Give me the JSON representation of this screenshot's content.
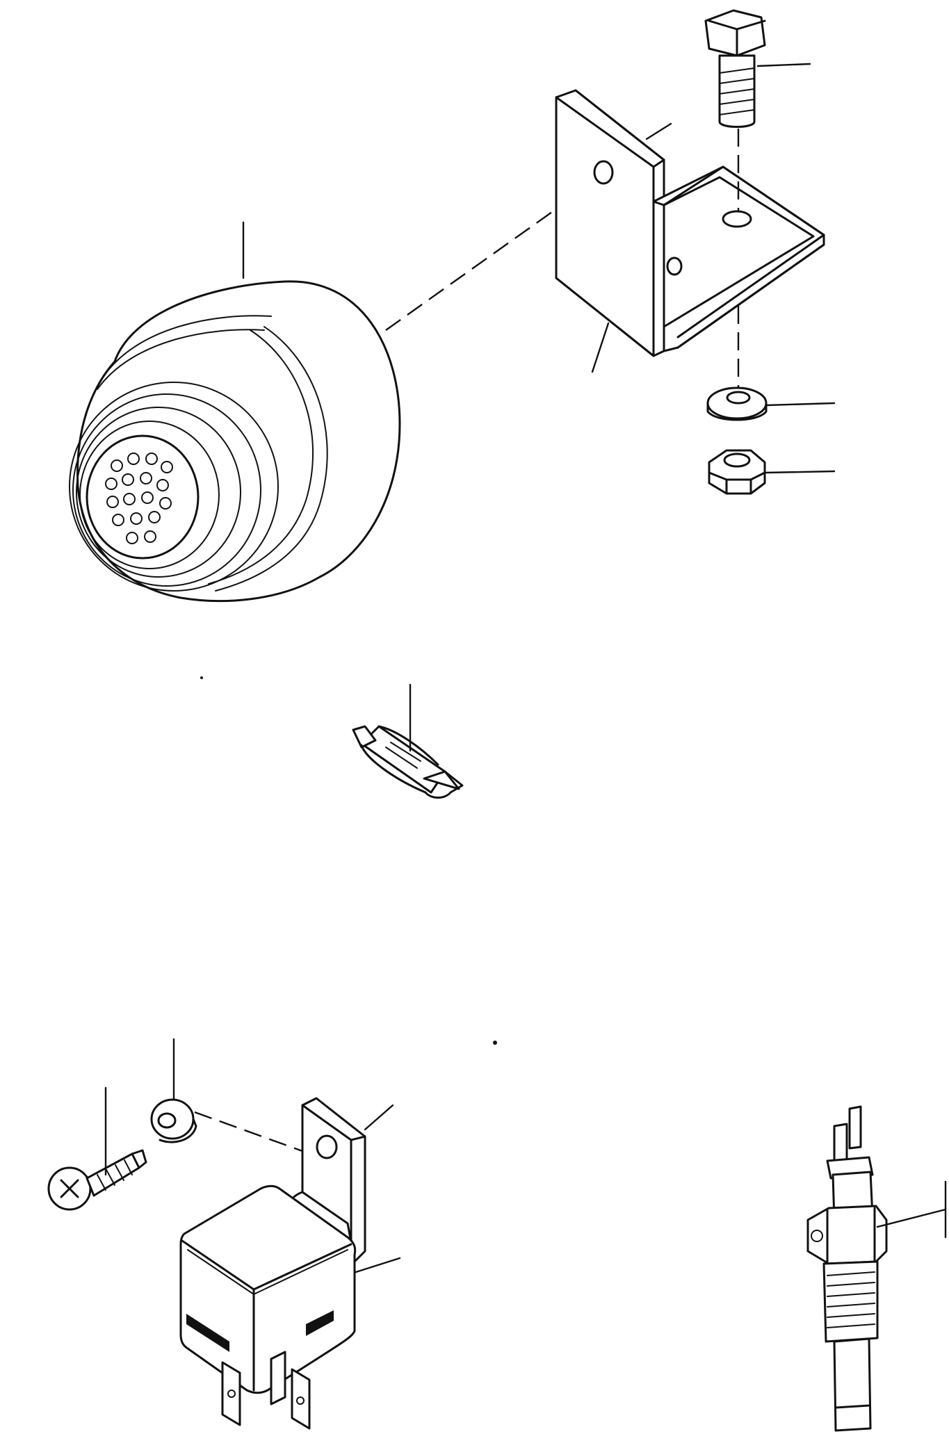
{
  "diagram": {
    "parts": [
      {
        "name": "horn"
      },
      {
        "name": "mounting-bracket"
      },
      {
        "name": "hex-bolt"
      },
      {
        "name": "spring-washer"
      },
      {
        "name": "hex-nut"
      },
      {
        "name": "bulb"
      },
      {
        "name": "screw"
      },
      {
        "name": "washer"
      },
      {
        "name": "relay-bracket"
      },
      {
        "name": "relay"
      },
      {
        "name": "temperature-sensor"
      }
    ]
  }
}
